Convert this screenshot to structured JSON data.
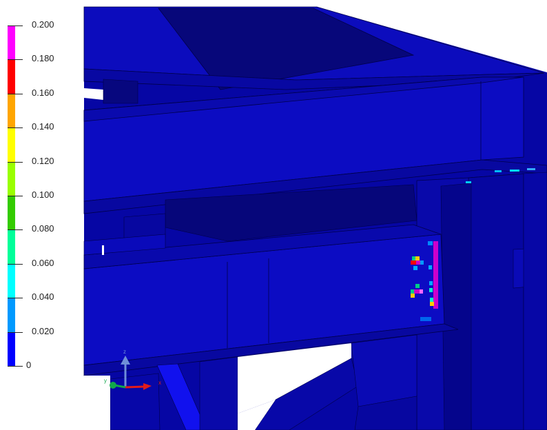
{
  "legend": {
    "labels": [
      "0.200",
      "0.180",
      "0.160",
      "0.140",
      "0.120",
      "0.100",
      "0.080",
      "0.060",
      "0.040",
      "0.020",
      "0"
    ],
    "colors": [
      "#ff00ff",
      "#ff0000",
      "#ffa500",
      "#ffff00",
      "#99ff00",
      "#33cc00",
      "#00ff99",
      "#00ffff",
      "#0099ff",
      "#0000ff"
    ]
  },
  "axes": {
    "z": "z",
    "x": "x",
    "y": "y",
    "z_color": "#6f8fd8",
    "x_color": "#e21b1b",
    "y_color": "#11a74b"
  },
  "model": {
    "base_color": "#0a0ab8",
    "dark_color": "#07077e",
    "edge_color": "#000044"
  }
}
